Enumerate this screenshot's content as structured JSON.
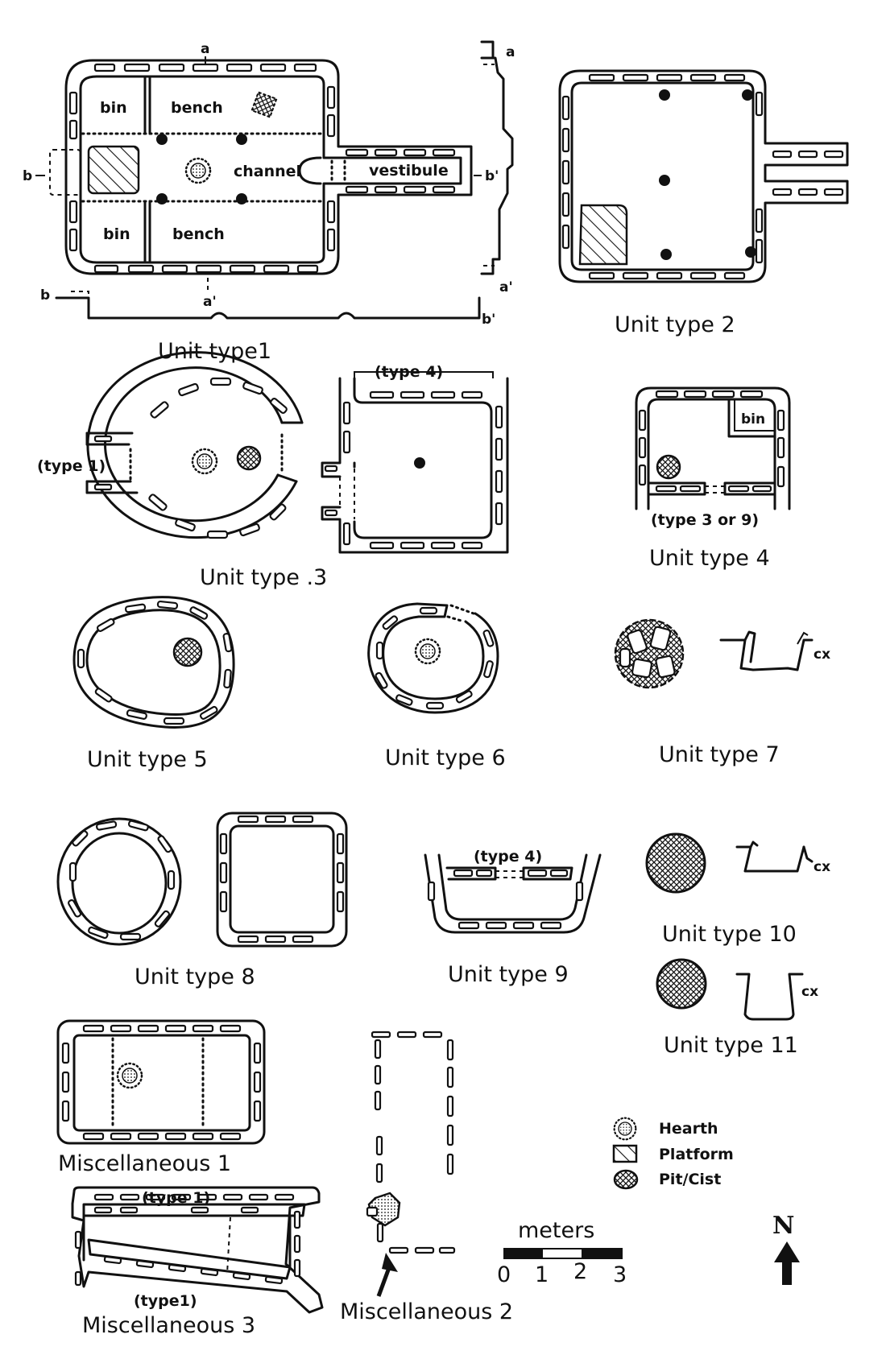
{
  "captions": {
    "unit1": "Unit type1",
    "unit2": "Unit type 2",
    "unit3": "Unit type .3",
    "unit4": "Unit type 4",
    "unit5": "Unit type 5",
    "unit6": "Unit type 6",
    "unit7": "Unit type 7",
    "unit8": "Unit type 8",
    "unit9": "Unit type 9",
    "unit10": "Unit type 10",
    "unit11": "Unit type 11",
    "misc1": "Miscellaneous 1",
    "misc2": "Miscellaneous 2",
    "misc3": "Miscellaneous 3"
  },
  "room_labels": {
    "bin": "bin",
    "bench": "bench",
    "channel": "channel",
    "vestibule": "vestibule"
  },
  "section_markers": {
    "a": "a",
    "a_prime": "a'",
    "b": "b",
    "b_prime": "b'",
    "cx": "cx"
  },
  "adjacent_labels": {
    "type1": "(type 1)",
    "type4": "(type 4)",
    "type3or9": "(type 3 or 9)",
    "type1_compact": "(type1)"
  },
  "legend": {
    "hearth": "Hearth",
    "platform": "Platform",
    "pit_cist": "Pit/Cist"
  },
  "scale": {
    "unit": "meters",
    "ticks": [
      "0",
      "1",
      "2",
      "3"
    ]
  },
  "north": "N"
}
